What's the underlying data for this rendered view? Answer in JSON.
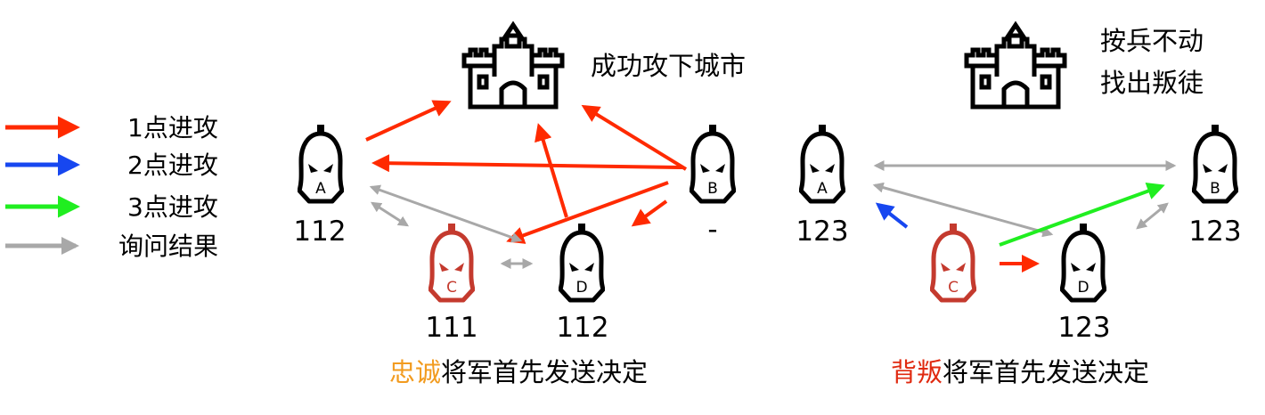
{
  "colors": {
    "attack_1": "#ff2a00",
    "attack_2": "#1747f0",
    "attack_3": "#20ee20",
    "query": "#a8a8a8",
    "traitor": "#c43a2e",
    "loyal_highlight": "#f29b1f",
    "traitor_highlight": "#e02a10"
  },
  "legend": [
    {
      "label": "1点进攻",
      "color_key": "attack_1"
    },
    {
      "label": "2点进攻",
      "color_key": "attack_2"
    },
    {
      "label": "3点进攻",
      "color_key": "attack_3"
    },
    {
      "label": "询问结果",
      "color_key": "query"
    }
  ],
  "left_panel": {
    "castle_caption": "成功攻下城市",
    "generals": {
      "A": {
        "letter": "A",
        "value": "112",
        "traitor": false
      },
      "B": {
        "letter": "B",
        "value": "-",
        "traitor": false
      },
      "C": {
        "letter": "C",
        "value": "111",
        "traitor": true
      },
      "D": {
        "letter": "D",
        "value": "112",
        "traitor": false
      }
    },
    "caption_highlight": "忠诚",
    "caption_rest": "将军首先发送决定"
  },
  "right_panel": {
    "castle_caption_line1": "按兵不动",
    "castle_caption_line2": "找出叛徒",
    "generals": {
      "A": {
        "letter": "A",
        "value": "123",
        "traitor": false
      },
      "B": {
        "letter": "B",
        "value": "123",
        "traitor": false
      },
      "C": {
        "letter": "C",
        "value": "",
        "traitor": true
      },
      "D": {
        "letter": "D",
        "value": "123",
        "traitor": false
      }
    },
    "caption_highlight": "背叛",
    "caption_rest": "将军首先发送决定"
  }
}
